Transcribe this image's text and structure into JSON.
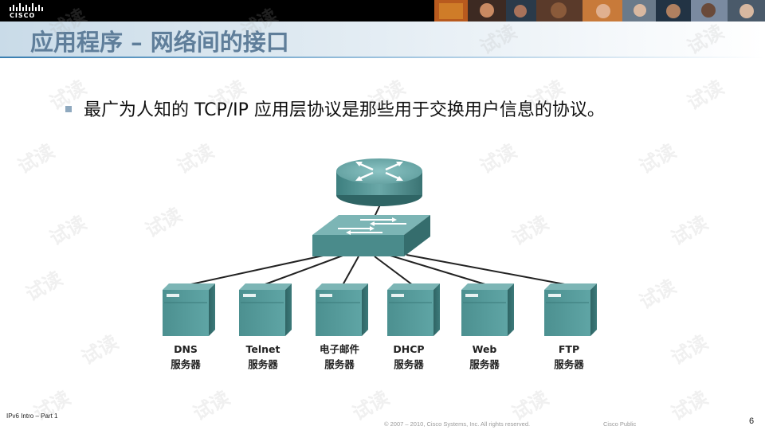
{
  "header": {
    "logo_text": "CISCO",
    "brand_color": "#000000"
  },
  "title": "应用程序 – 网络间的接口",
  "bullet": {
    "text": "最广为人知的 TCP/IP 应用层协议是那些用于交换用户信息的协议。"
  },
  "diagram": {
    "router_icon": "router-icon",
    "switch_icon": "switch-icon",
    "device_color": "#4f9494",
    "servers": [
      {
        "name": "DNS",
        "role": "服务器"
      },
      {
        "name": "Telnet",
        "role": "服务器"
      },
      {
        "name": "电子邮件",
        "role": "服务器"
      },
      {
        "name": "DHCP",
        "role": "服务器"
      },
      {
        "name": "Web",
        "role": "服务器"
      },
      {
        "name": "FTP",
        "role": "服务器"
      }
    ]
  },
  "watermark": "试读",
  "footer": {
    "left": "IPv6 Intro – Part 1",
    "copyright": "© 2007 – 2010, Cisco Systems, Inc. All rights reserved.",
    "classification": "Cisco Public",
    "page_number": "6"
  }
}
